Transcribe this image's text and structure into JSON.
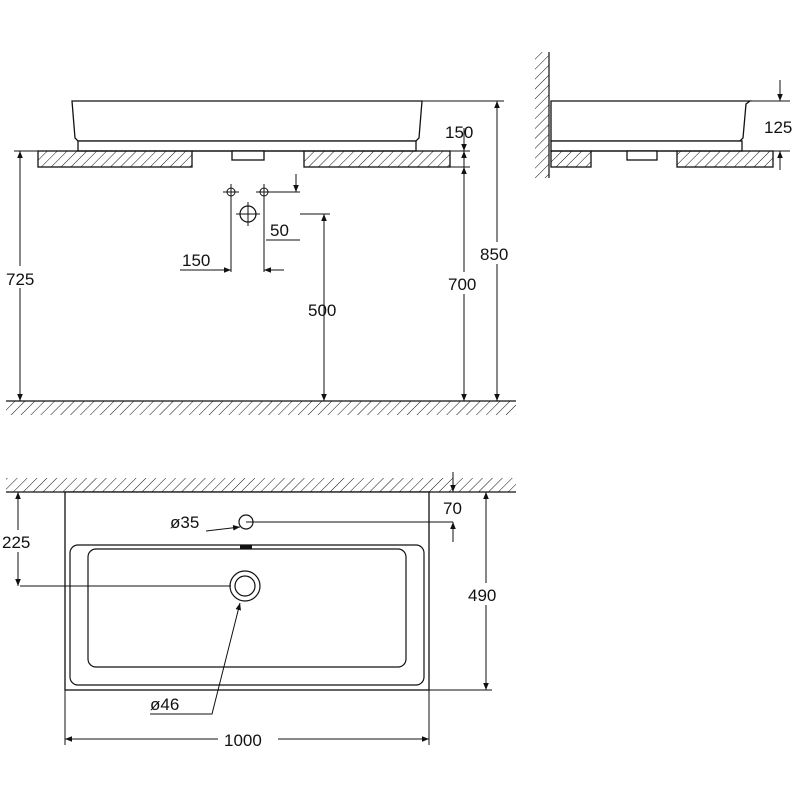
{
  "diagram": {
    "front_view": {
      "basin_height": "150",
      "mount_height": "725",
      "bracket_height": "700",
      "total_height": "850",
      "tap_spacing": "150",
      "tap_offset": "50",
      "drain_height": "500"
    },
    "side_view": {
      "basin_height": "125"
    },
    "top_view": {
      "wall_distance": "225",
      "tap_hole": "ø35",
      "tap_hole_offset": "70",
      "depth": "490",
      "waste": "ø46",
      "width": "1000"
    }
  }
}
